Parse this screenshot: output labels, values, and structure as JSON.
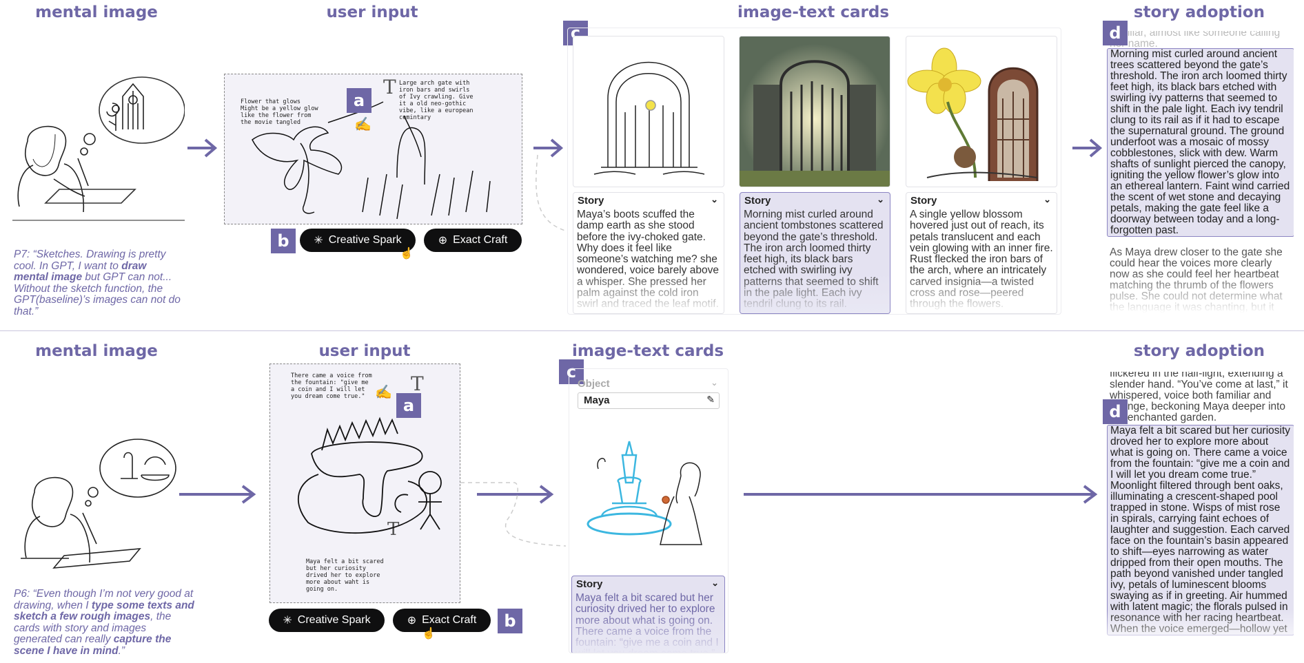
{
  "rows": [
    {
      "headers": {
        "mental": "mental image",
        "input": "user input",
        "cards": "image-text cards",
        "story": "story adoption"
      },
      "quote_prefix": "P7: ",
      "quote_parts": [
        "“Sketches. Drawing is pretty cool. In GPT, I want to ",
        "draw mental image",
        " but GPT can not... Without the sketch function, the GPT(baseline)’s images can not do that.”"
      ],
      "sketch_notes": [
        "Flower that glows\nMight be a yellow glow\nlike the flower from\nthe movie tangled",
        "Large arch gate with\niron bars and swirls\nof Ivy crawling. Give\nit a old neo-gothic\nvibe, like a european\ncemintary"
      ],
      "buttons": {
        "creative": "Creative Spark",
        "exact": "Exact Craft"
      },
      "tags": {
        "a": "a",
        "b": "b",
        "c": "c",
        "d": "d"
      },
      "cards": [
        {
          "header": "Story",
          "text": "Maya’s boots scuffed the damp earth as she stood before the ivy-choked gate. Why does it feel like someone’s watching me? she wondered, voice barely above a whisper. She pressed her palm against the cold iron swirl and traced the leaf motif."
        },
        {
          "header": "Story",
          "text": "Morning mist curled around ancient tombstones scattered beyond the gate’s threshold. The iron arch loomed thirty feet high, its black bars etched with swirling ivy patterns that seemed to shift in the pale light. Each ivy tendril clung to its rail."
        },
        {
          "header": "Story",
          "text": "A single yellow blossom hovered just out of reach, its petals translucent and each vein glowing with an inner fire. Rust flecked the iron bars of the arch, where an intricately carved insignia—a twisted cross and rose—peered through the flowers."
        }
      ],
      "story_top": "familiar, almost like someone calling her name.",
      "story_selected": "Morning mist curled around ancient trees scattered beyond the gate’s threshold. The iron arch loomed thirty feet high, its black bars etched with swirling ivy patterns that seemed to shift in the pale light. Each ivy tendril clung to its rail as if it had to escape the supernatural ground. The ground underfoot was a mosaic of mossy cobblestones, slick with dew. Warm shafts of sunlight pierced the canopy, igniting the yellow flower’s glow into an ethereal lantern. Faint wind carried the scent of wet stone and decaying petals, making the gate feel like a doorway between today and a long-forgotten past.",
      "story_bottom": "As Maya drew closer to the gate she could hear the voices more clearly now as she could feel her heartbeat matching the thrumb of the flowers pulse. She could not determine what the language it was chanting, but it"
    },
    {
      "headers": {
        "mental": "mental image",
        "input": "user input",
        "cards": "image-text cards",
        "story": "story adoption"
      },
      "quote_prefix": "P6: ",
      "quote_parts": [
        "“Even though I’m not very good at drawing, when I ",
        "type some texts and sketch a few rough images",
        ", the cards with story and images generated can really ",
        "capture the scene I have in mind",
        ".”"
      ],
      "sketch_notes": [
        "There came a voice from\nthe fountain: \"give me\na coin and I will let\nyou dream come true.\"",
        "Maya felt a bit scared\nbut her curiosity\ndrived her to explore\nmore about waht is\ngoing on."
      ],
      "buttons": {
        "creative": "Creative Spark",
        "exact": "Exact Craft"
      },
      "tags": {
        "a": "a",
        "b": "b",
        "c": "c",
        "d": "d"
      },
      "object_label": "Object",
      "object_value": "Maya",
      "card": {
        "header": "Story",
        "text": "Maya felt a bit scared but her curiosity drived her to explore more about what is going on. There came a voice from the fountain: “give me a coin and I will let you dream come true.”"
      },
      "story_top": "flickered in the half-light, extending a slender hand. “You’ve come at last,” it whispered, voice both familiar and strange, beckoning Maya deeper into the enchanted garden.",
      "story_selected": "Maya felt a bit scared but her curiosity droved her to explore more about what is going on. There came a voice from the fountain: “give me a coin and I will let you dream come true.” Moonlight filtered through bent oaks, illuminating a crescent-shaped pool trapped in stone. Wisps of mist rose in spirals, carrying faint echoes of laughter and suggestion. Each carved face on the fountain’s basin appeared to shift—eyes narrowing as water dripped from their open mouths. The path beyond vanished under tangled ivy, petals of luminescent blooms swaying as if in greeting. Air hummed with latent magic; the florals pulsed in resonance with her racing heartbeat. When the voice emerged—hollow yet"
    }
  ],
  "colors": {
    "accent": "#6e67a6",
    "selection": "#e4e2f1",
    "button": "#0f0f10"
  }
}
